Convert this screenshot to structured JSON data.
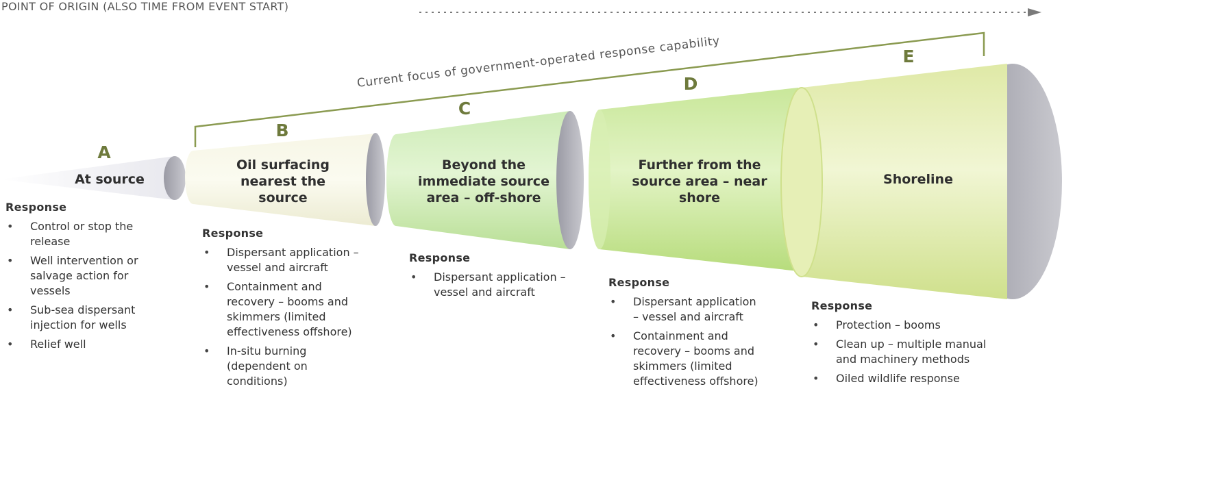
{
  "header": {
    "origin_label": "POINT OF ORIGIN (ALSO TIME FROM EVENT START)"
  },
  "bracket": {
    "label": "Current focus of government-operated response capability"
  },
  "stages": [
    {
      "letter": "A",
      "title": "At source",
      "response_heading": "Response",
      "responses": [
        "Control or stop the release",
        "Well intervention or salvage action for vessels",
        "Sub-sea dispersant injection for wells",
        "Relief well"
      ]
    },
    {
      "letter": "B",
      "title": "Oil surfacing nearest the source",
      "response_heading": "Response",
      "responses": [
        "Dispersant application – vessel and aircraft",
        "Containment and recovery – booms and skimmers (limited effectiveness offshore)",
        "In-situ burning (dependent on conditions)"
      ]
    },
    {
      "letter": "C",
      "title": "Beyond the immediate source area – off-shore",
      "response_heading": "Response",
      "responses": [
        "Dispersant application – vessel and aircraft"
      ]
    },
    {
      "letter": "D",
      "title": "Further from the source area – near shore",
      "response_heading": "Response",
      "responses": [
        "Dispersant application – vessel and aircraft",
        "Containment and recovery – booms and skimmers (limited effectiveness offshore)"
      ]
    },
    {
      "letter": "E",
      "title": "Shoreline",
      "response_heading": "Response",
      "responses": [
        "Protection – booms",
        "Clean up – multiple manual and machinery methods",
        "Oiled wildlife response"
      ]
    }
  ],
  "colors": {
    "cone_light": "#f4f4e4",
    "cone_green": "#c9e89a",
    "letter": "#6e7a3c",
    "bracket": "#8a9a50"
  }
}
